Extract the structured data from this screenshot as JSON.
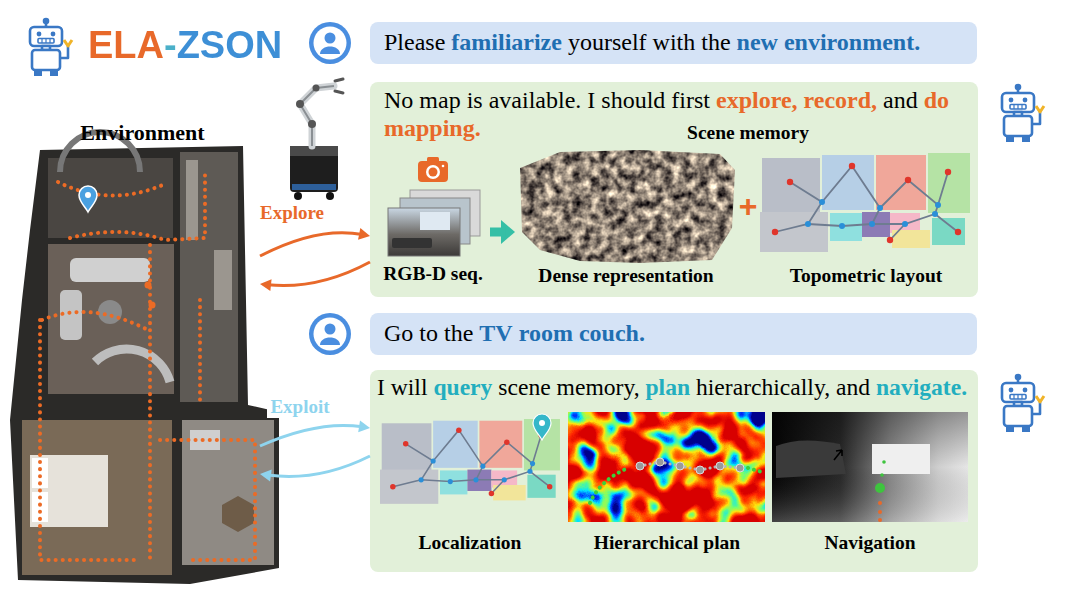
{
  "diagram": {
    "title": "ELA-ZSON",
    "nodes": [
      {
        "text": [
          "Environment"
        ]
      },
      {
        "text": [
          "Please familiarize yourself with the new environment."
        ]
      },
      {
        "text": [
          "No map is available. I should first explore, record, and do mapping."
        ]
      },
      {
        "text": [
          "RGB-D seq."
        ],
        "in": 2
      },
      {
        "text": [
          "Dense representation"
        ],
        "in": 2
      },
      {
        "text": [
          "Topometric layout"
        ],
        "in": 2
      },
      {
        "text": [
          "Go to the TV room couch."
        ]
      },
      {
        "text": [
          "I will query scene memory, plan hierarchically, and navigate."
        ]
      },
      {
        "text": [
          "Localization"
        ],
        "in": 7
      },
      {
        "text": [
          "Hierarchical plan"
        ],
        "in": 7
      },
      {
        "text": [
          "Navigation"
        ],
        "in": 7
      }
    ],
    "edges": [
      {
        "from": 0,
        "to": 2,
        "label": "Explore",
        "arrow": "to"
      },
      {
        "from": 2,
        "to": 0,
        "arrow": "to"
      },
      {
        "from": 0,
        "to": 7,
        "label": "Exploit",
        "arrow": "to"
      },
      {
        "from": 7,
        "to": 0,
        "arrow": "to"
      },
      {
        "from": 3,
        "to": 4,
        "arrow": "to"
      }
    ],
    "labels": [
      "Scene memory",
      "+"
    ]
  }
}
